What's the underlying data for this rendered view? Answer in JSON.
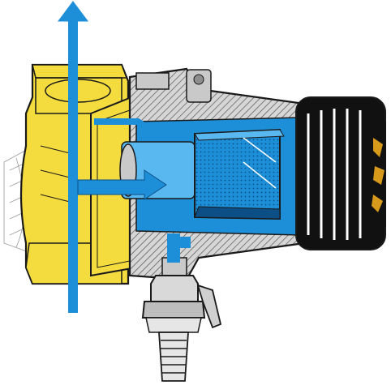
{
  "diagram": {
    "palette": {
      "brass": "#f4dc3e",
      "brass_shade": "#e2c21c",
      "water": "#1d8fd8",
      "water_light": "#5ab8f0",
      "steel": "#c9c9c9",
      "steel_dark": "#8e8e8e",
      "hatch": "#555555",
      "knob": "#111111",
      "knob_logo": "#d89a1a",
      "outline": "#1a1a1a",
      "paper": "#ffffff"
    },
    "parts": [
      "brass-body",
      "inlet-fitting",
      "filter-housing",
      "mesh-cartridge",
      "control-knob",
      "drain-valve",
      "hose-nozzle"
    ],
    "flow_arrows": [
      "vertical-main-flow",
      "horizontal-filter-inlet",
      "drain-outlet"
    ]
  }
}
